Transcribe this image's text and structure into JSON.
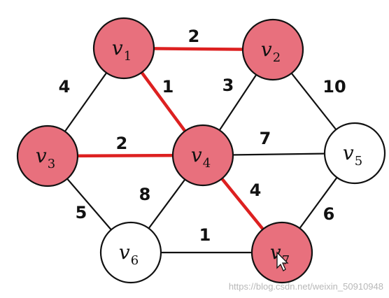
{
  "colors": {
    "highlight_node_fill": "#e8707d",
    "plain_node_fill": "#ffffff",
    "node_stroke": "#111111",
    "tree_edge": "#dd2020",
    "plain_edge": "#111111",
    "watermark": "#b8b8b8"
  },
  "nodes": [
    {
      "id": "v1",
      "base": "v",
      "sub": "1",
      "highlighted": true
    },
    {
      "id": "v2",
      "base": "v",
      "sub": "2",
      "highlighted": true
    },
    {
      "id": "v3",
      "base": "v",
      "sub": "3",
      "highlighted": true
    },
    {
      "id": "v4",
      "base": "v",
      "sub": "4",
      "highlighted": true
    },
    {
      "id": "v5",
      "base": "v",
      "sub": "5",
      "highlighted": false
    },
    {
      "id": "v6",
      "base": "v",
      "sub": "6",
      "highlighted": false
    },
    {
      "id": "v7",
      "base": "v",
      "sub": "7",
      "highlighted": true
    }
  ],
  "edges": [
    {
      "from": "v1",
      "to": "v2",
      "weight": "2",
      "in_tree": true
    },
    {
      "from": "v1",
      "to": "v3",
      "weight": "4",
      "in_tree": false
    },
    {
      "from": "v1",
      "to": "v4",
      "weight": "1",
      "in_tree": true
    },
    {
      "from": "v2",
      "to": "v4",
      "weight": "3",
      "in_tree": false
    },
    {
      "from": "v2",
      "to": "v5",
      "weight": "10",
      "in_tree": false
    },
    {
      "from": "v3",
      "to": "v4",
      "weight": "2",
      "in_tree": true
    },
    {
      "from": "v3",
      "to": "v6",
      "weight": "5",
      "in_tree": false
    },
    {
      "from": "v4",
      "to": "v5",
      "weight": "7",
      "in_tree": false
    },
    {
      "from": "v4",
      "to": "v6",
      "weight": "8",
      "in_tree": false
    },
    {
      "from": "v4",
      "to": "v7",
      "weight": "4",
      "in_tree": true
    },
    {
      "from": "v5",
      "to": "v7",
      "weight": "6",
      "in_tree": false
    },
    {
      "from": "v6",
      "to": "v7",
      "weight": "1",
      "in_tree": false
    }
  ],
  "watermark": "https://blog.csdn.net/weixin_50910948"
}
